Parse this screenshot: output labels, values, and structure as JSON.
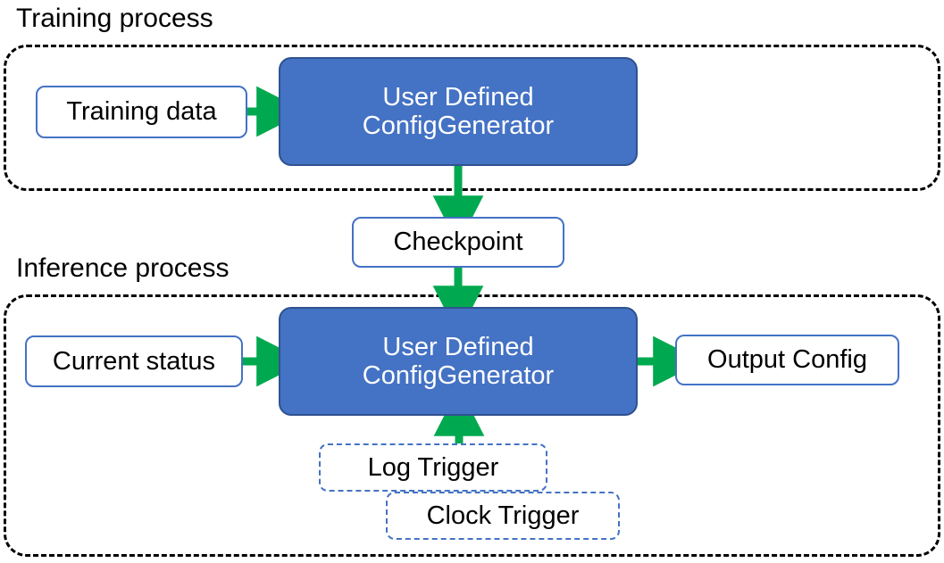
{
  "diagram": {
    "title_training": "Training process",
    "title_inference": "Inference process",
    "colors": {
      "process_fill": "#4472C4",
      "process_stroke": "#2F528F",
      "box_stroke": "#4472C4",
      "arrow": "#00A94F",
      "group_stroke": "#000000",
      "text_dark": "#000000",
      "text_light": "#FFFFFF"
    }
  },
  "training": {
    "caption": "Training process",
    "input": {
      "label": "Training data"
    },
    "process": {
      "line1": "User Defined",
      "line2": "ConfigGenerator"
    }
  },
  "checkpoint": {
    "label": "Checkpoint"
  },
  "inference": {
    "caption": "Inference process",
    "input": {
      "label": "Current status"
    },
    "process": {
      "line1": "User Defined",
      "line2": "ConfigGenerator"
    },
    "output": {
      "label": "Output Config"
    },
    "triggers": [
      {
        "label": "Log Trigger"
      },
      {
        "label": "Clock Trigger"
      }
    ]
  },
  "arrows": [
    {
      "name": "training-data-to-process",
      "direction": "right"
    },
    {
      "name": "training-process-to-checkpoint",
      "direction": "down"
    },
    {
      "name": "checkpoint-to-inference-process",
      "direction": "down"
    },
    {
      "name": "current-status-to-process",
      "direction": "right"
    },
    {
      "name": "process-to-output-config",
      "direction": "right"
    },
    {
      "name": "triggers-to-process",
      "direction": "up"
    }
  ]
}
